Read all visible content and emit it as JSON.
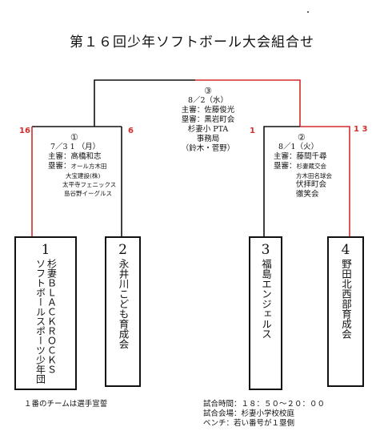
{
  "title": "第１６回少年ソフトボール大会組合せ",
  "scores": {
    "left_team1": "16",
    "left_team2": "6",
    "right_final_left": "1",
    "right_team4": "1 3"
  },
  "match3": {
    "number": "③",
    "date": "8／2（水）",
    "lines": [
      "主審：佐藤俊光",
      "塁審：黒岩町会",
      "杉妻小 PTA",
      "事務局",
      "（鈴木・菅野）"
    ]
  },
  "match1": {
    "number": "①",
    "date": "7／3 1 （月）",
    "lines": [
      "主審：高橋和志",
      "塁審："
    ],
    "sub_lines": [
      "オール方木田",
      "大宝建設(株)",
      "太平寺フェニックス",
      "島谷野イーグルス"
    ]
  },
  "match2": {
    "number": "②",
    "date": "8／1（火）",
    "lines": [
      "主審：藤間千尋",
      "塁審："
    ],
    "sub_lines": [
      "杉妻蔵交会",
      "方木田名球会",
      "伏拝町会",
      "徹笑会"
    ]
  },
  "teams": [
    {
      "no": "1",
      "name": "杉妻ＢＬＡＣＫＲＯＣＫＳ",
      "name2": "ソフトボールスポーツ少年団"
    },
    {
      "no": "2",
      "name": "永井川こども育成会"
    },
    {
      "no": "3",
      "name": "福島エンジェルス"
    },
    {
      "no": "4",
      "name": "野田北西部育成会"
    }
  ],
  "footer": {
    "note": "１番のチームは選手宣誓",
    "time": "試合時間：１８：５０〜２０：００",
    "venue": "試合会場：杉妻小学校校庭",
    "bench": "ベンチ：若い番号が１塁側"
  },
  "colors": {
    "winner_line": "#d42b2b",
    "line": "#111111"
  }
}
